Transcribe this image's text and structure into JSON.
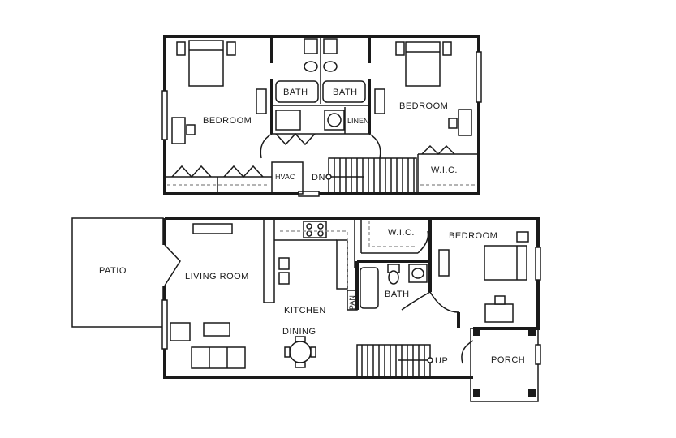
{
  "upper_floor": {
    "bedroom_left": "BEDROOM",
    "bath_left": "BATH",
    "bath_right": "BATH",
    "bedroom_right": "BEDROOM",
    "linen": "LINEN",
    "hvac": "HVAC",
    "stairs_down": "DN",
    "wic": "W.I.C."
  },
  "lower_floor": {
    "patio": "PATIO",
    "living_room": "LIVING ROOM",
    "kitchen": "KITCHEN",
    "pantry": "PAN",
    "dining": "DINING",
    "wic": "W.I.C.",
    "bedroom": "BEDROOM",
    "bath": "BATH",
    "stairs_up": "UP",
    "porch": "PORCH"
  },
  "colors": {
    "wall": "#1a1a1a",
    "background": "#ffffff",
    "dashed": "#888888"
  }
}
